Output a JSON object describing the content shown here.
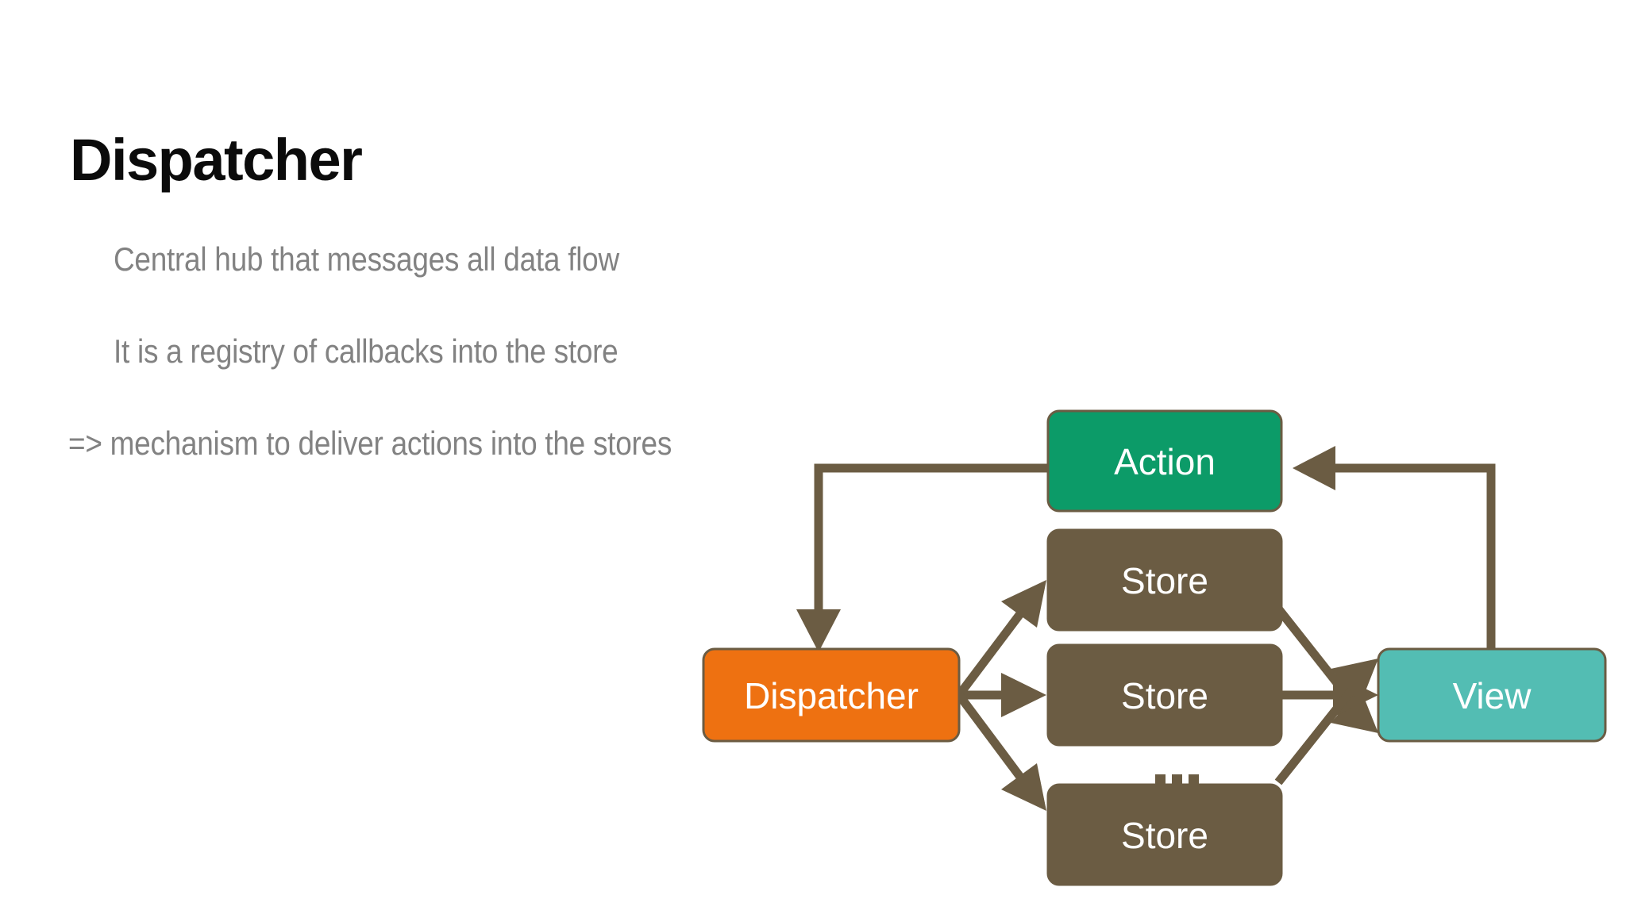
{
  "slide": {
    "title": "Dispatcher",
    "background_color": "#ffffff",
    "title_color": "#0b0b0b",
    "body_color": "#828282",
    "body_lines": [
      "Central hub that messages all data flow",
      "It is a registry of callbacks into the store",
      "=> mechanism to deliver actions into the stores"
    ]
  },
  "diagram": {
    "name": "flux-data-flow-diagram",
    "edge_color": "#6b5c43",
    "nodes": {
      "action": {
        "label": "Action",
        "color": "#0c9b68"
      },
      "dispatcher": {
        "label": "Dispatcher",
        "color": "#ee7111"
      },
      "store_1": {
        "label": "Store",
        "color": "#6b5c43"
      },
      "store_2": {
        "label": "Store",
        "color": "#6b5c43"
      },
      "store_3": {
        "label": "Store",
        "color": "#6b5c43"
      },
      "view": {
        "label": "View",
        "color": "#53bdb3"
      }
    },
    "ellipsis": "...",
    "edges": [
      {
        "from": "action",
        "to": "dispatcher"
      },
      {
        "from": "dispatcher",
        "to": "store_1"
      },
      {
        "from": "dispatcher",
        "to": "store_2"
      },
      {
        "from": "dispatcher",
        "to": "store_3"
      },
      {
        "from": "store_1",
        "to": "view"
      },
      {
        "from": "store_2",
        "to": "view"
      },
      {
        "from": "store_3",
        "to": "view"
      },
      {
        "from": "view",
        "to": "action"
      }
    ]
  }
}
